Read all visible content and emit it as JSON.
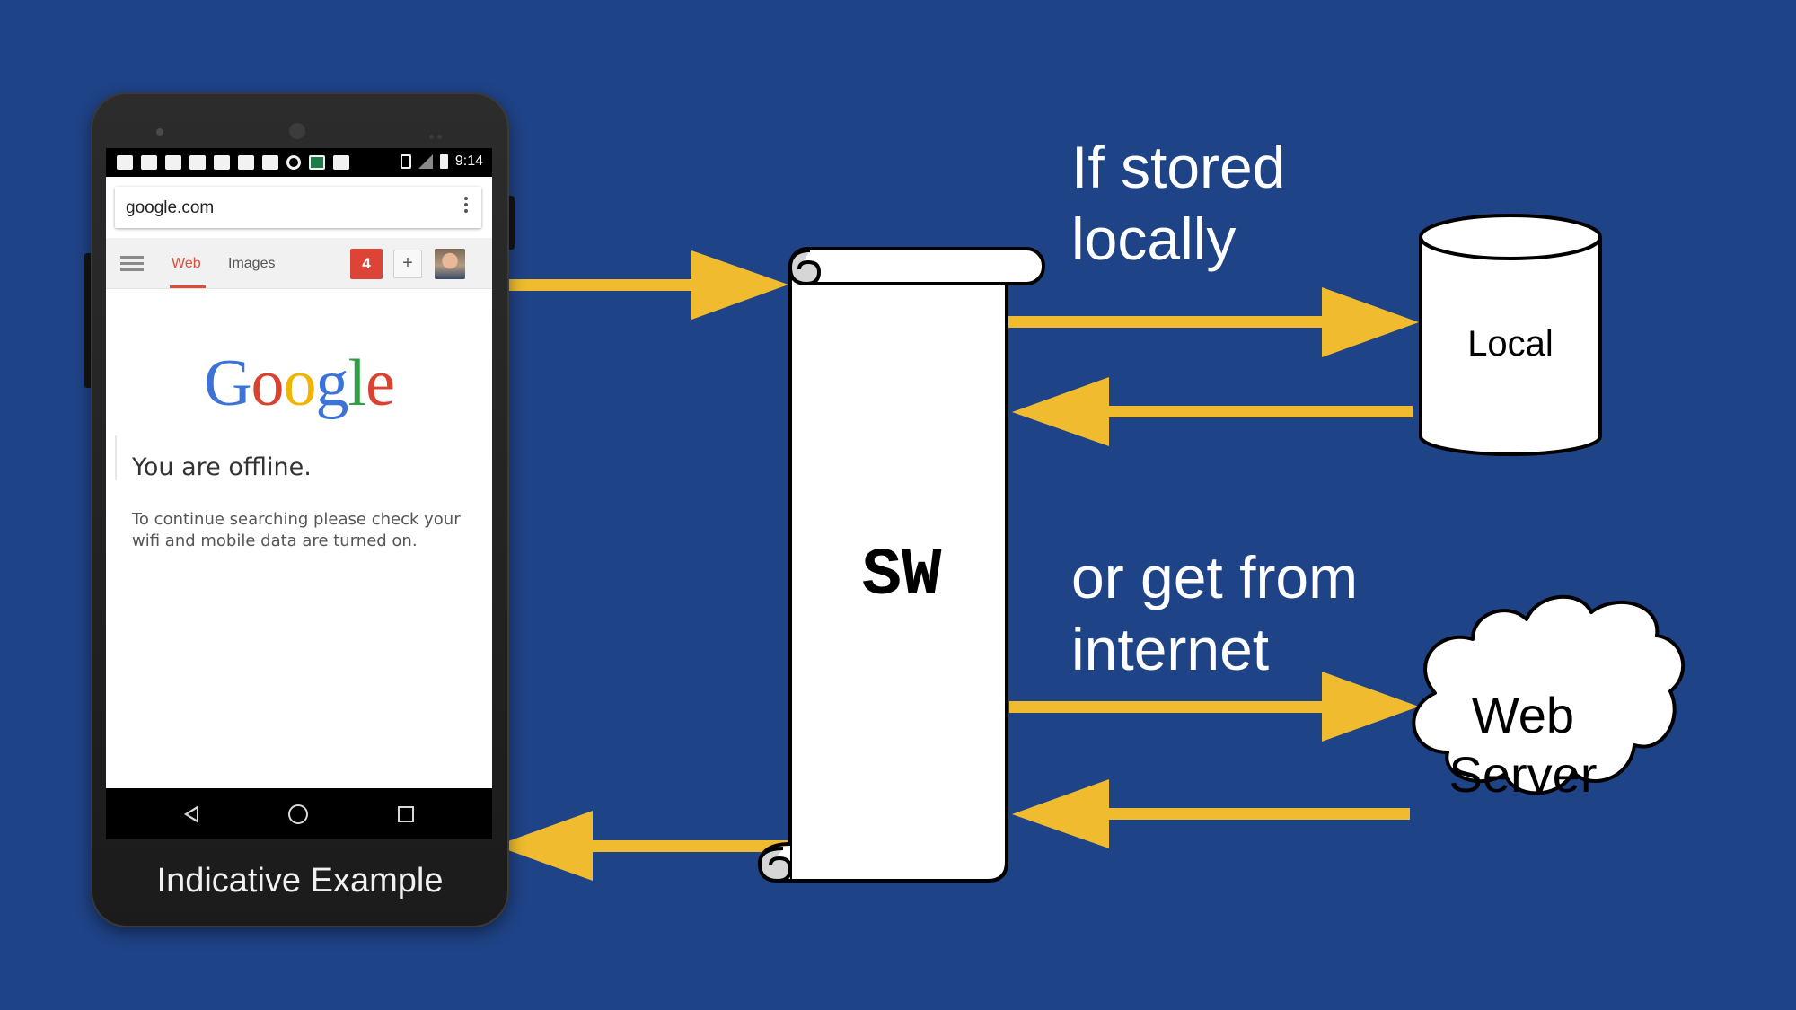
{
  "phone": {
    "status_time": "9:14",
    "address": "google.com",
    "tab_web": "Web",
    "tab_images": "Images",
    "notification_count": "4",
    "plus_label": "+",
    "logo_letters": [
      {
        "char": "G",
        "color": "#3b74d6"
      },
      {
        "char": "o",
        "color": "#d8422f"
      },
      {
        "char": "o",
        "color": "#f1b400"
      },
      {
        "char": "g",
        "color": "#3b74d6"
      },
      {
        "char": "l",
        "color": "#2f9e44"
      },
      {
        "char": "e",
        "color": "#d8422f"
      }
    ],
    "offline_title": "You are offline.",
    "offline_body": "To continue searching please check your wifi and mobile data are turned on.",
    "caption": "Indicative Example"
  },
  "diagram": {
    "sw_label": "SW",
    "cache_label_lines": [
      "If stored",
      "locally"
    ],
    "network_label_lines": [
      "or get from",
      "internet"
    ],
    "local_label": "Local",
    "server_label_lines": [
      "Web",
      "Server"
    ]
  },
  "colors": {
    "background": "#1f4387",
    "arrow": "#f0bb2e"
  }
}
